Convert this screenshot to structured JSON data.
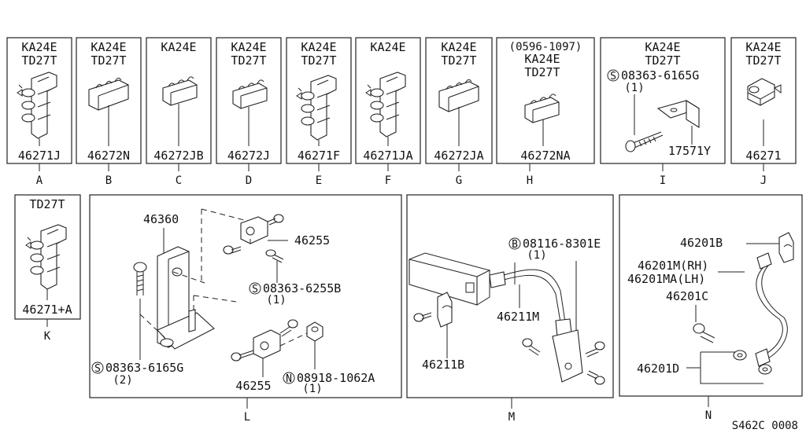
{
  "diagram_code": "S462C 0008",
  "panels": {
    "A": {
      "letter": "A",
      "hdr1": "KA24E",
      "hdr2": "TD27T",
      "part": "46271J"
    },
    "B": {
      "letter": "B",
      "hdr1": "KA24E",
      "hdr2": "TD27T",
      "part": "46272N"
    },
    "C": {
      "letter": "C",
      "hdr1": "KA24E",
      "part": "46272JB"
    },
    "D": {
      "letter": "D",
      "hdr1": "KA24E",
      "hdr2": "TD27T",
      "part": "46272J"
    },
    "E": {
      "letter": "E",
      "hdr1": "KA24E",
      "hdr2": "TD27T",
      "part": "46271F"
    },
    "F": {
      "letter": "F",
      "hdr1": "KA24E",
      "part": "46271JA"
    },
    "G": {
      "letter": "G",
      "hdr1": "KA24E",
      "hdr2": "TD27T",
      "part": "46272JA"
    },
    "H": {
      "letter": "H",
      "hdr0": "(0596-1097)",
      "hdr1": "KA24E",
      "hdr2": "TD27T",
      "part": "46272NA"
    },
    "I": {
      "letter": "I",
      "hdr1": "KA24E",
      "hdr2": "TD27T",
      "screw": "08363-6165G",
      "screw_qty": "(1)",
      "part": "17571Y"
    },
    "J": {
      "letter": "J",
      "hdr1": "KA24E",
      "hdr2": "TD27T",
      "part": "46271"
    },
    "K": {
      "letter": "K",
      "hdr1": "TD27T",
      "part": "46271+A"
    },
    "L": {
      "letter": "L",
      "bracket": "46360",
      "clamp_top": "46255",
      "screw_top": "08363-6255B",
      "screw_top_qty": "(1)",
      "screw_bottom": "08363-6165G",
      "screw_bottom_qty": "(2)",
      "clamp_bottom": "46255",
      "nut": "08918-1062A",
      "nut_qty": "(1)"
    },
    "M": {
      "letter": "M",
      "bolt": "08116-8301E",
      "bolt_qty": "(1)",
      "hose": "46211M",
      "clip": "46211B"
    },
    "N": {
      "letter": "N",
      "clip": "46201B",
      "hose_rh": "46201M(RH)",
      "hose_lh": "46201MA(LH)",
      "bolt": "46201C",
      "washer": "46201D"
    }
  },
  "symbols": {
    "screw": "S",
    "bolt": "B",
    "nut": "N"
  }
}
